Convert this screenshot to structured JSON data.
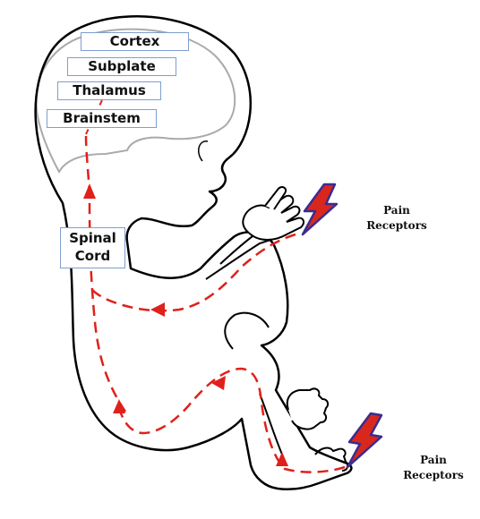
{
  "brain_regions": {
    "cortex": "Cortex",
    "subplate": "Subplate",
    "thalamus": "Thalamus",
    "brainstem": "Brainstem"
  },
  "spinal_cord": {
    "line1": "Spinal",
    "line2": "Cord"
  },
  "pain_receptors_hand": {
    "line1": "Pain",
    "line2": "Receptors"
  },
  "pain_receptors_foot": {
    "line1": "Pain",
    "line2": "Receptors"
  },
  "colors": {
    "pathway": "#e0201b",
    "outline": "#000000",
    "brain_outline": "#aaaaaa",
    "label_border": "#7d9fd0",
    "bolt_fill": "#d9271d",
    "bolt_edge": "#3b2c8f"
  },
  "icons": [
    "lightning-bolt-icon",
    "arrowhead-icon"
  ]
}
